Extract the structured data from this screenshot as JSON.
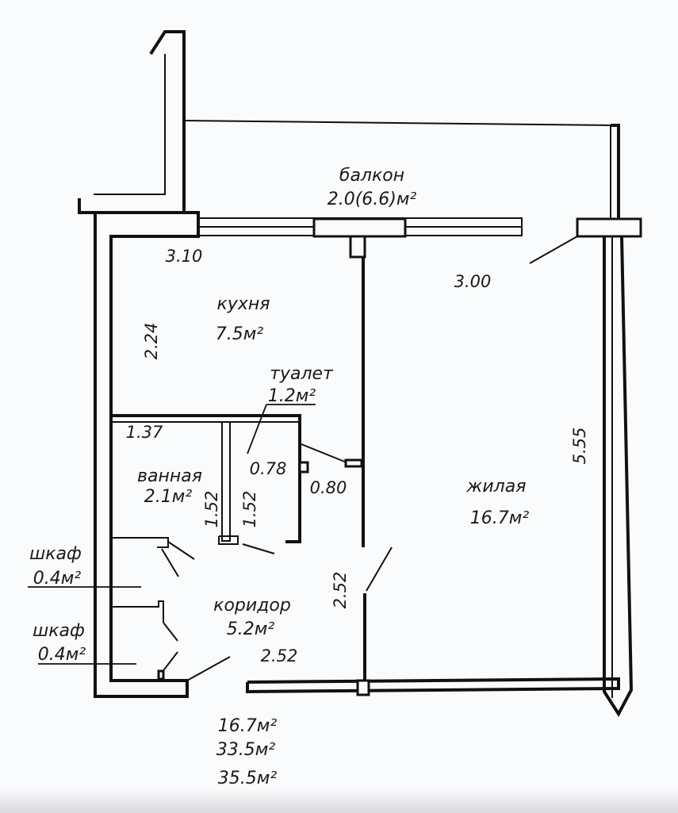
{
  "rooms": {
    "balcony": {
      "name": "балкон",
      "area": "2.0(6.6)м²"
    },
    "kitchen": {
      "name": "кухня",
      "area": "7.5м²"
    },
    "toilet": {
      "name": "туалет",
      "area": "1.2м²"
    },
    "bathroom": {
      "name": "ванная",
      "area": "2.1м²"
    },
    "living": {
      "name": "жилая",
      "area": "16.7м²"
    },
    "corridor": {
      "name": "коридор",
      "area": "5.2м²"
    },
    "closet1": {
      "name": "шкаф",
      "area": "0.4м²"
    },
    "closet2": {
      "name": "шкаф",
      "area": "0.4м²"
    }
  },
  "dimensions": {
    "kitchen_width": "3.10",
    "living_width": "3.00",
    "kitchen_depth": "2.24",
    "living_depth": "5.55",
    "bath_width": "1.37",
    "toilet_width": "0.78",
    "bath_height": "1.52",
    "toilet_height": "1.52",
    "toilet_door": "0.80",
    "corridor_height": "2.52",
    "corridor_width": "2.52"
  },
  "totals": {
    "living_area": "16.7м²",
    "total_area": "33.5м²",
    "total_with_balcony": "35.5м²"
  }
}
